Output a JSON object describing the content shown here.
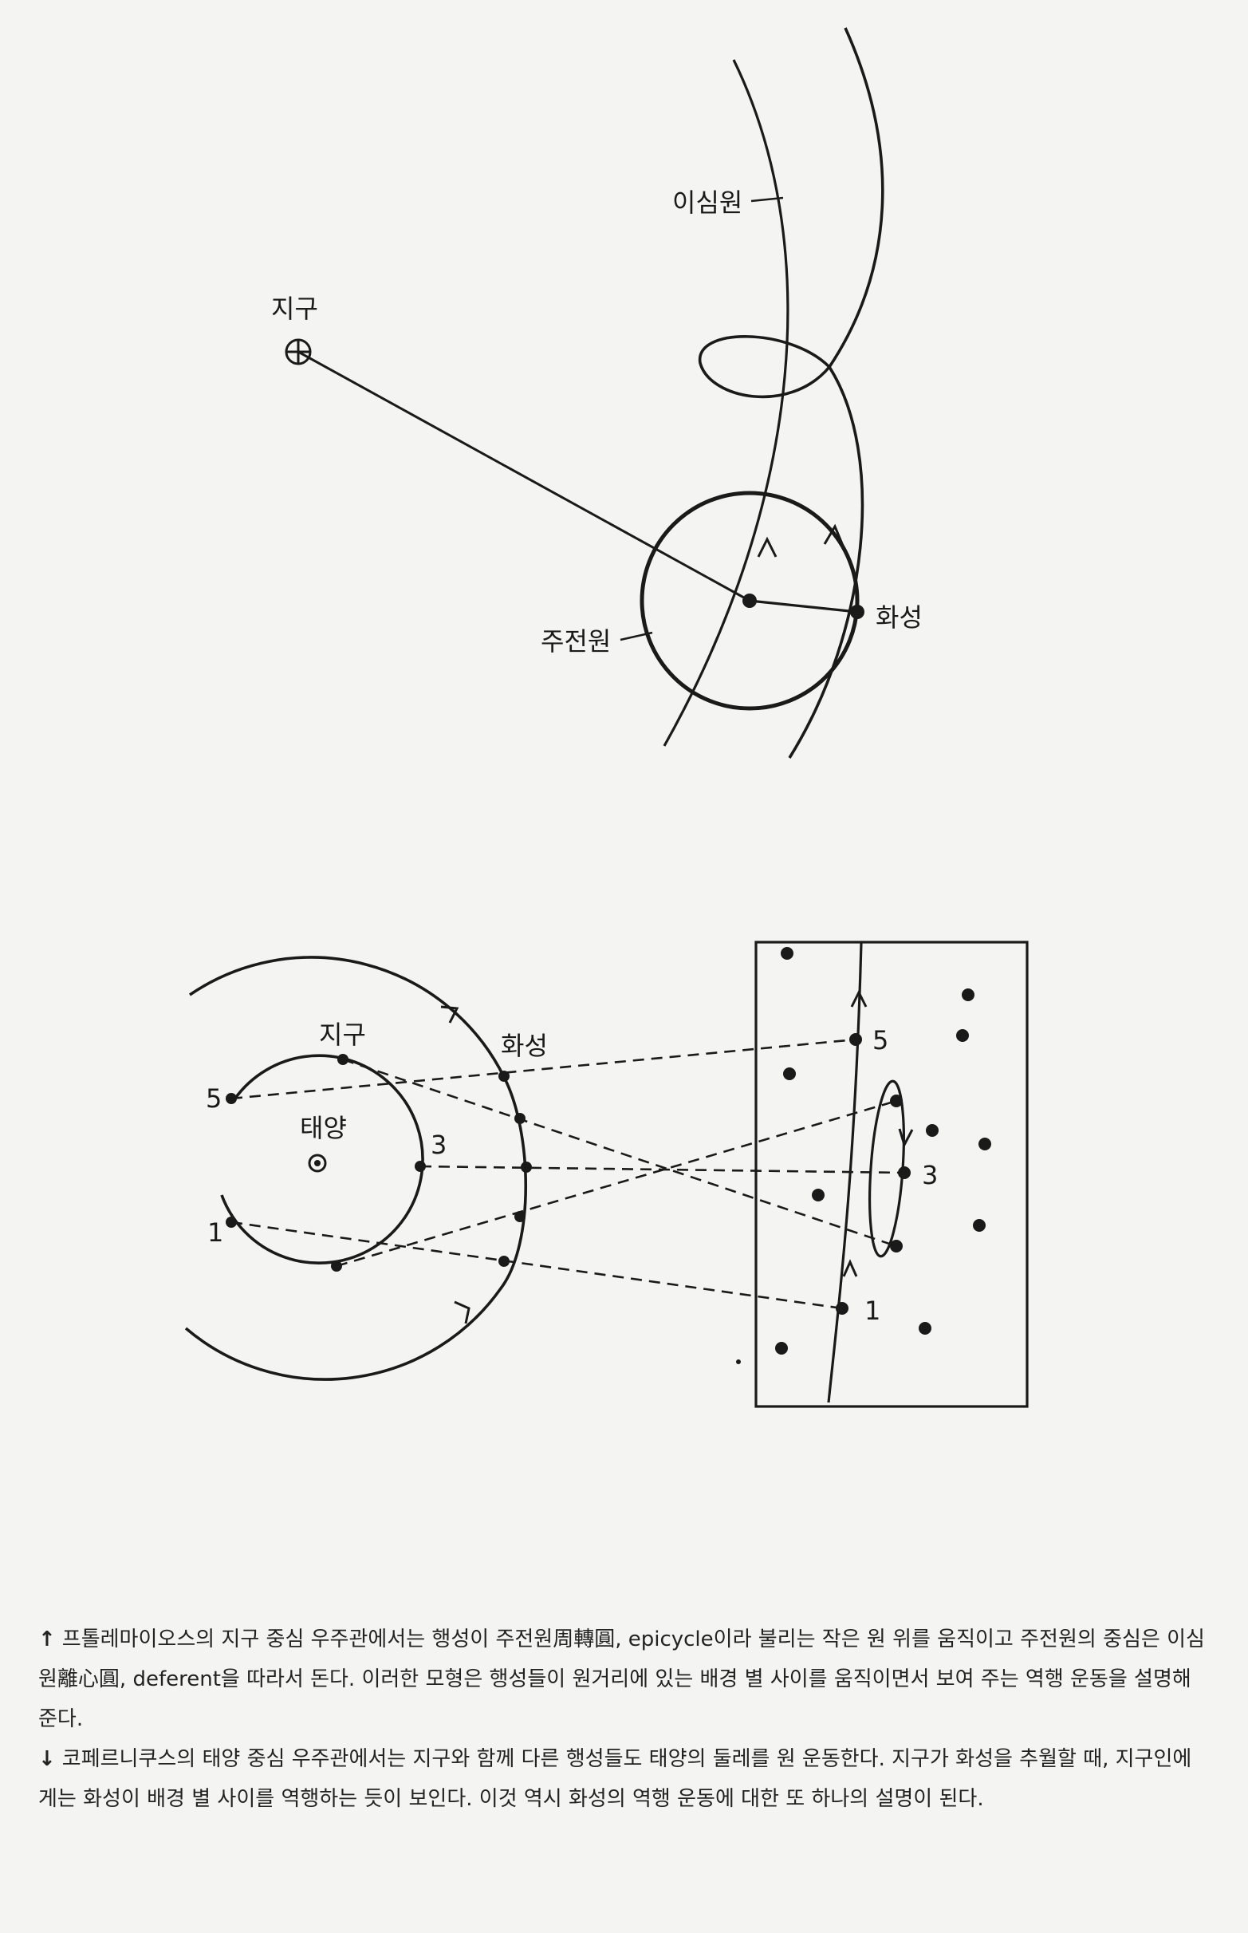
{
  "figure_top": {
    "labels": {
      "deferent": "이심원",
      "earth": "지구",
      "epicycle": "주전원",
      "mars": "화성"
    }
  },
  "figure_bottom": {
    "labels": {
      "earth": "지구",
      "mars": "화성",
      "sun": "태양",
      "pos5_orbit": "5",
      "pos3_orbit": "3",
      "pos1_orbit": "1",
      "pos5_sky": "5",
      "pos3_sky": "3",
      "pos1_sky": "1"
    }
  },
  "caption": {
    "up_arrow": "↑",
    "paragraph1": "프톨레마이오스의 지구 중심 우주관에서는 행성이 주전원周轉圓, epicycle이라 불리는 작은 원 위를 움직이고 주전원의 중심은 이심원離心圓, deferent을 따라서 돈다. 이러한 모형은 행성들이 원거리에 있는 배경 별 사이를 움직이면서 보여 주는 역행 운동을 설명해 준다.",
    "down_arrow": "↓",
    "paragraph2": "코페르니쿠스의 태양 중심 우주관에서는 지구와 함께 다른 행성들도 태양의 둘레를 원 운동한다. 지구가 화성을 추월할 때, 지구인에게는 화성이 배경 별 사이를 역행하는 듯이 보인다. 이것 역시 화성의 역행 운동에 대한 또 하나의 설명이 된다."
  }
}
